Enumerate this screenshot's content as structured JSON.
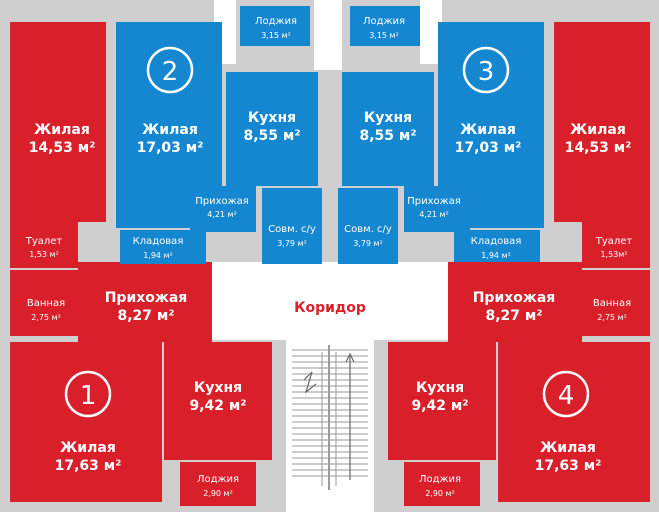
{
  "colors": {
    "red": "#d9202a",
    "blue": "#1587d1",
    "wall": "#cfcfcf",
    "white": "#ffffff",
    "corridor_text": "#d9202a"
  },
  "corridor": {
    "label": "Коридор"
  },
  "apartments": [
    {
      "number": "1",
      "rooms": {
        "living_name": "Жилая",
        "living_area": "17,63 м²",
        "hall_name": "Прихожая",
        "hall_area": "8,27 м²",
        "kitchen_name": "Кухня",
        "kitchen_area": "9,42 м²",
        "bath_name": "Ванная",
        "bath_area": "2,75 м²",
        "toilet_name": "Туалет",
        "toilet_area": "1,53 м²",
        "loggia_name": "Лоджия",
        "loggia_area": "2,90 м²",
        "second_living_name": "Жилая",
        "second_living_area": "14,53 м²"
      }
    },
    {
      "number": "2",
      "rooms": {
        "living_name": "Жилая",
        "living_area": "17,03 м²",
        "kitchen_name": "Кухня",
        "kitchen_area": "8,55 м²",
        "loggia_name": "Лоджия",
        "loggia_area": "3,15 м²",
        "hall_name": "Прихожая",
        "hall_area": "4,21 м²",
        "storage_name": "Кладовая",
        "storage_area": "1,94 м²",
        "wc_name": "Совм. с/у",
        "wc_area": "3,79 м²"
      }
    },
    {
      "number": "3",
      "rooms": {
        "living_name": "Жилая",
        "living_area": "17,03 м²",
        "kitchen_name": "Кухня",
        "kitchen_area": "8,55 м²",
        "loggia_name": "Лоджия",
        "loggia_area": "3,15 м²",
        "hall_name": "Прихожая",
        "hall_area": "4,21 м²",
        "storage_name": "Кладовая",
        "storage_area": "1,94 м²",
        "wc_name": "Совм. с/у",
        "wc_area": "3,79 м²"
      }
    },
    {
      "number": "4",
      "rooms": {
        "living_name": "Жилая",
        "living_area": "17,63 м²",
        "hall_name": "Прихожая",
        "hall_area": "8,27 м²",
        "kitchen_name": "Кухня",
        "kitchen_area": "9,42 м²",
        "bath_name": "Ванная",
        "bath_area": "2,75 м²",
        "toilet_name": "Туалет",
        "toilet_area": "1,53м²",
        "loggia_name": "Лоджия",
        "loggia_area": "2,90 м²",
        "second_living_name": "Жилая",
        "second_living_area": "14,53 м²"
      }
    }
  ]
}
